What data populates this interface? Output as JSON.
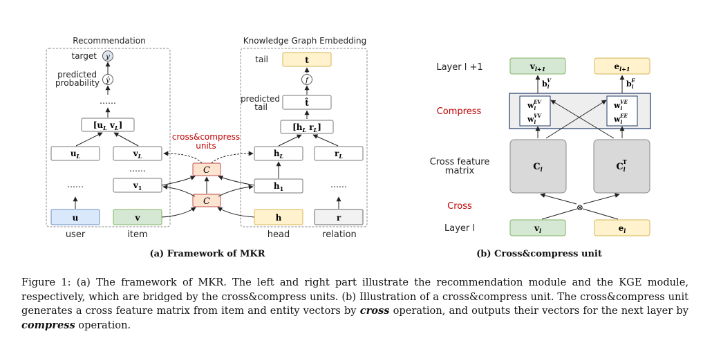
{
  "panel_a": {
    "rec_title": "Recommendation",
    "kge_title": "Knowledge Graph Embedding",
    "target_label": "target",
    "target_symbol": "y",
    "predicted_prob_line1": "predicted",
    "predicted_prob_line2": "probability",
    "yhat_symbol": "ŷ",
    "ellipsis": "……",
    "concat_left": "[u",
    "concat_left_sub1": "L",
    "concat_left_mid": " v",
    "concat_left_sub2": "L",
    "concat_left_end": "]",
    "uL": "u",
    "uL_sub": "L",
    "vL": "v",
    "vL_sub": "L",
    "v1": "v",
    "v1_sub": "1",
    "u": "u",
    "v": "v",
    "user_label": "user",
    "item_label": "item",
    "cc_label_line1": "cross&compress",
    "cc_label_line2": "units",
    "cc_symbol": "C",
    "tail_label": "tail",
    "t": "t",
    "f_symbol": "f",
    "predicted_tail_line1": "predicted",
    "predicted_tail_line2": "tail",
    "that": "t̂",
    "concat_right": "[h",
    "concat_right_sub1": "L",
    "concat_right_mid": " r",
    "concat_right_sub2": "L",
    "concat_right_end": "]",
    "hL": "h",
    "hL_sub": "L",
    "rL": "r",
    "rL_sub": "L",
    "h1": "h",
    "h1_sub": "1",
    "h": "h",
    "r": "r",
    "head_label": "head",
    "relation_label": "relation",
    "subcaption": "(a) Framework of MKR"
  },
  "panel_b": {
    "layer_next": "Layer l +1",
    "compress_label": "Compress",
    "cross_feature_line1": "Cross feature",
    "cross_feature_line2": "matrix",
    "cross_label": "Cross",
    "layer_l": "Layer l",
    "v_next": "v",
    "v_next_sub": "l+1",
    "e_next": "e",
    "e_next_sub": "l+1",
    "bv": "b",
    "bv_sub": "l",
    "bv_sup": "V",
    "be": "b",
    "be_sub": "l",
    "be_sup": "E",
    "w_ev": "w",
    "w_ev_sup": "EV",
    "w_vv": "w",
    "w_vv_sup": "VV",
    "w_ve": "w",
    "w_ve_sup": "VE",
    "w_ee": "w",
    "w_ee_sup": "EE",
    "w_sub": "l",
    "C": "C",
    "C_sub": "l",
    "CT": "C",
    "CT_sub": "l",
    "CT_sup": "T",
    "vl": "v",
    "vl_sub": "l",
    "el": "e",
    "el_sub": "l",
    "otimes": "⊗",
    "subcaption": "(b) Cross&compress unit"
  },
  "caption": {
    "p1": "Figure 1: (a) The framework of MKR. The left and right part illustrate the recommendation module and the KGE module, respectively, which are bridged by the cross&compress units. (b) Illustration of a cross&compress unit. The cross&compress unit generates a cross feature matrix from item and entity vectors by ",
    "em1": "cross",
    "p2": " operation, and outputs their vectors for the next layer by ",
    "em2": "compress",
    "p3": " operation."
  },
  "colors": {
    "blue_fill": "#dae8fc",
    "blue_stroke": "#6c8ebf",
    "green_fill": "#d5e8d4",
    "green_stroke": "#82b366",
    "yellow_fill": "#fff2cc",
    "yellow_stroke": "#d6b656",
    "orange_fill": "#fde4d0",
    "orange_stroke": "#c0504d",
    "gray_fill": "#f2f2f2",
    "gray_stroke": "#666666",
    "dark_gray_fill": "#d9d9d9",
    "red_text": "#c00000",
    "navy": "#1f3864"
  }
}
